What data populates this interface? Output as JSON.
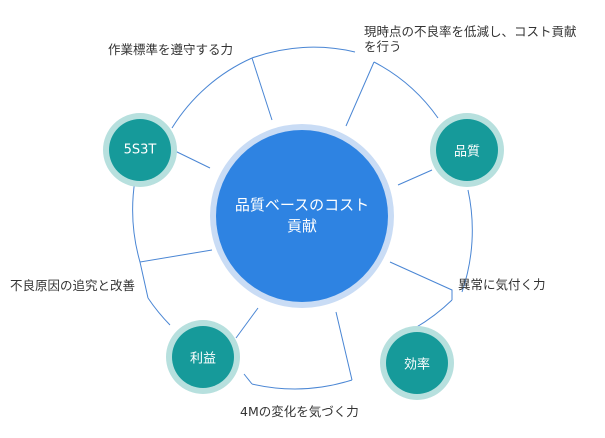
{
  "center": {
    "title": "品質ベースのコスト",
    "title_line2": "貢献"
  },
  "nodes": {
    "top_left": "5S3T",
    "top_right": "品質",
    "bottom_left": "利益",
    "bottom_right": "効率"
  },
  "labels": {
    "top": "作業標準を遵守する力",
    "top_right_line1": "現時点の不良率を低減し、コスト貢献",
    "top_right_line2": "を行う",
    "right": "異常に気付く力",
    "left": "不良原因の追究と改善",
    "bottom": "4Mの変化を気づく力"
  },
  "colors": {
    "center_fill": "#2E83E2",
    "center_ring": "#C9DCF5",
    "node_fill": "#169A9A",
    "node_ring": "#B7E0DE",
    "line": "#4A86D4"
  }
}
